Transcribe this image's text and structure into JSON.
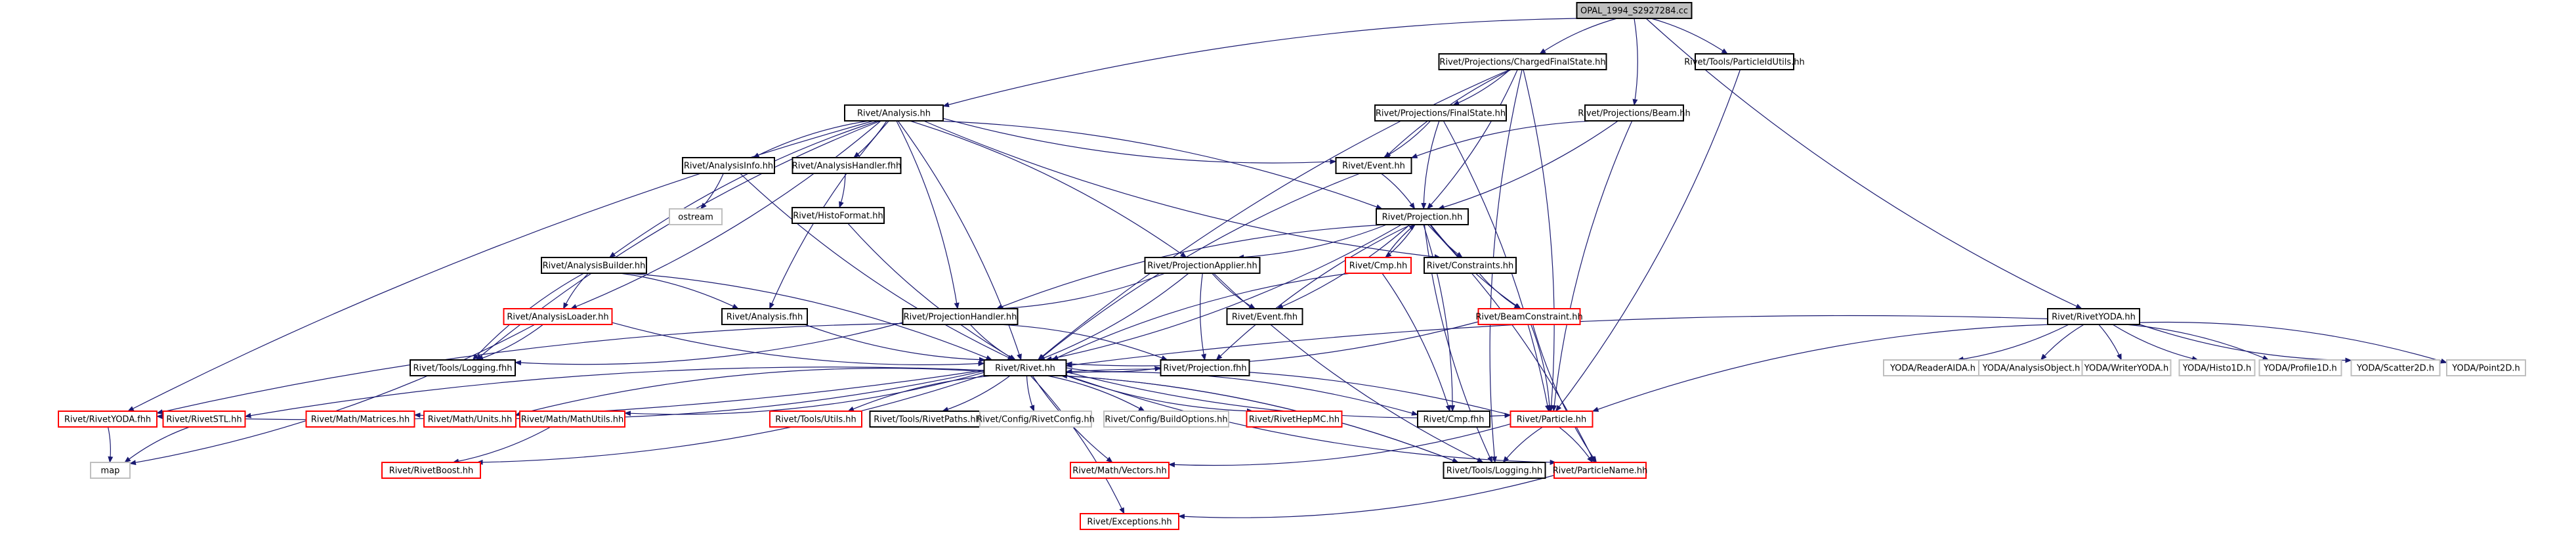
{
  "colors": {
    "edge": "#191970",
    "edge_gray": "#a3a3a3",
    "border_black": "#000000",
    "border_red": "#ff0000",
    "border_gray": "#bfbfbf",
    "root_fill": "#bfbfbf",
    "text": "#000000"
  },
  "nodes": [
    {
      "id": "root",
      "label": "OPAL_1994_S2927284.cc",
      "kind": "root"
    },
    {
      "id": "cfs",
      "label": "Rivet/Projections/ChargedFinalState.hh",
      "kind": "black"
    },
    {
      "id": "pfu",
      "label": "Rivet/Tools/ParticleIdUtils.hh",
      "kind": "black"
    },
    {
      "id": "analysis",
      "label": "Rivet/Analysis.hh",
      "kind": "black"
    },
    {
      "id": "fs",
      "label": "Rivet/Projections/FinalState.hh",
      "kind": "black"
    },
    {
      "id": "beam",
      "label": "Rivet/Projections/Beam.hh",
      "kind": "black"
    },
    {
      "id": "ainfo",
      "label": "Rivet/AnalysisInfo.hh",
      "kind": "black"
    },
    {
      "id": "ahandler",
      "label": "Rivet/AnalysisHandler.fhh",
      "kind": "black"
    },
    {
      "id": "event",
      "label": "Rivet/Event.hh",
      "kind": "black"
    },
    {
      "id": "ostream",
      "label": "ostream",
      "kind": "gray"
    },
    {
      "id": "histofmt",
      "label": "Rivet/HistoFormat.hh",
      "kind": "black"
    },
    {
      "id": "proj",
      "label": "Rivet/Projection.hh",
      "kind": "black"
    },
    {
      "id": "abuilder",
      "label": "Rivet/AnalysisBuilder.hh",
      "kind": "black"
    },
    {
      "id": "papplier",
      "label": "Rivet/ProjectionApplier.hh",
      "kind": "black"
    },
    {
      "id": "cmp",
      "label": "Rivet/Cmp.hh",
      "kind": "red"
    },
    {
      "id": "constraints",
      "label": "Rivet/Constraints.hh",
      "kind": "black"
    },
    {
      "id": "aloader",
      "label": "Rivet/AnalysisLoader.hh",
      "kind": "red"
    },
    {
      "id": "afhh",
      "label": "Rivet/Analysis.fhh",
      "kind": "black"
    },
    {
      "id": "phandler",
      "label": "Rivet/ProjectionHandler.hh",
      "kind": "black"
    },
    {
      "id": "eventfhh",
      "label": "Rivet/Event.fhh",
      "kind": "black"
    },
    {
      "id": "beamc",
      "label": "Rivet/BeamConstraint.hh",
      "kind": "red"
    },
    {
      "id": "ryoda",
      "label": "Rivet/RivetYODA.hh",
      "kind": "black"
    },
    {
      "id": "tlogfhh",
      "label": "Rivet/Tools/Logging.fhh",
      "kind": "black"
    },
    {
      "id": "rivet",
      "label": "Rivet/Rivet.hh",
      "kind": "black"
    },
    {
      "id": "projfhh",
      "label": "Rivet/Projection.fhh",
      "kind": "black"
    },
    {
      "id": "y_reader",
      "label": "YODA/ReaderAIDA.h",
      "kind": "gray"
    },
    {
      "id": "y_aobj",
      "label": "YODA/AnalysisObject.h",
      "kind": "gray"
    },
    {
      "id": "y_writer",
      "label": "YODA/WriterYODA.h",
      "kind": "gray"
    },
    {
      "id": "y_histo",
      "label": "YODA/Histo1D.h",
      "kind": "gray"
    },
    {
      "id": "y_profile",
      "label": "YODA/Profile1D.h",
      "kind": "gray"
    },
    {
      "id": "y_scatter",
      "label": "YODA/Scatter2D.h",
      "kind": "gray"
    },
    {
      "id": "y_point",
      "label": "YODA/Point2D.h",
      "kind": "gray"
    },
    {
      "id": "ryodafhh",
      "label": "Rivet/RivetYODA.fhh",
      "kind": "red"
    },
    {
      "id": "rstl",
      "label": "Rivet/RivetSTL.hh",
      "kind": "red"
    },
    {
      "id": "matrices",
      "label": "Rivet/Math/Matrices.hh",
      "kind": "red"
    },
    {
      "id": "units",
      "label": "Rivet/Math/Units.hh",
      "kind": "red"
    },
    {
      "id": "mathutils",
      "label": "Rivet/Math/MathUtils.hh",
      "kind": "red"
    },
    {
      "id": "tutils",
      "label": "Rivet/Tools/Utils.hh",
      "kind": "red"
    },
    {
      "id": "rpaths",
      "label": "Rivet/Tools/RivetPaths.hh",
      "kind": "black"
    },
    {
      "id": "rconfig",
      "label": "Rivet/Config/RivetConfig.hh",
      "kind": "gray"
    },
    {
      "id": "bconfig",
      "label": "Rivet/Config/BuildOptions.hh",
      "kind": "gray"
    },
    {
      "id": "hepmc",
      "label": "Rivet/RivetHepMC.hh",
      "kind": "red"
    },
    {
      "id": "cmpfhh",
      "label": "Rivet/Cmp.fhh",
      "kind": "black"
    },
    {
      "id": "particle",
      "label": "Rivet/Particle.hh",
      "kind": "red"
    },
    {
      "id": "map",
      "label": "map",
      "kind": "gray"
    },
    {
      "id": "rboost",
      "label": "Rivet/RivetBoost.hh",
      "kind": "red"
    },
    {
      "id": "vectors",
      "label": "Rivet/Math/Vectors.hh",
      "kind": "red"
    },
    {
      "id": "tlog",
      "label": "Rivet/Tools/Logging.hh",
      "kind": "black"
    },
    {
      "id": "pname",
      "label": "Rivet/ParticleName.hh",
      "kind": "red"
    },
    {
      "id": "exceptions",
      "label": "Rivet/Exceptions.hh",
      "kind": "red"
    }
  ],
  "edges": [
    [
      "root",
      "cfs"
    ],
    [
      "root",
      "pfu"
    ],
    [
      "root",
      "analysis"
    ],
    [
      "root",
      "beam"
    ],
    [
      "root",
      "ryoda"
    ],
    [
      "cfs",
      "fs"
    ],
    [
      "cfs",
      "event"
    ],
    [
      "cfs",
      "proj"
    ],
    [
      "cfs",
      "rivet"
    ],
    [
      "cfs",
      "particle"
    ],
    [
      "cfs",
      "tlog"
    ],
    [
      "pfu",
      "particle"
    ],
    [
      "analysis",
      "ainfo"
    ],
    [
      "analysis",
      "ahandler"
    ],
    [
      "analysis",
      "event"
    ],
    [
      "analysis",
      "proj"
    ],
    [
      "analysis",
      "abuilder"
    ],
    [
      "analysis",
      "papplier"
    ],
    [
      "analysis",
      "constraints"
    ],
    [
      "analysis",
      "aloader"
    ],
    [
      "analysis",
      "afhh"
    ],
    [
      "analysis",
      "phandler"
    ],
    [
      "analysis",
      "tlogfhh"
    ],
    [
      "analysis",
      "rivet"
    ],
    [
      "analysis",
      "ryodafhh"
    ],
    [
      "fs",
      "event"
    ],
    [
      "fs",
      "proj"
    ],
    [
      "fs",
      "particle"
    ],
    [
      "beam",
      "event"
    ],
    [
      "beam",
      "proj"
    ],
    [
      "beam",
      "particle"
    ],
    [
      "ainfo",
      "ostream"
    ],
    [
      "ainfo",
      "rivet"
    ],
    [
      "ahandler",
      "histofmt"
    ],
    [
      "histofmt",
      "rivet"
    ],
    [
      "event",
      "proj"
    ],
    [
      "event",
      "rivet"
    ],
    [
      "proj",
      "cmp"
    ],
    [
      "proj",
      "constraints"
    ],
    [
      "proj",
      "papplier"
    ],
    [
      "proj",
      "phandler"
    ],
    [
      "proj",
      "eventfhh"
    ],
    [
      "proj",
      "beamc"
    ],
    [
      "proj",
      "rivet"
    ],
    [
      "proj",
      "projfhh"
    ],
    [
      "proj",
      "cmpfhh"
    ],
    [
      "proj",
      "tlog"
    ],
    [
      "proj",
      "pname"
    ],
    [
      "abuilder",
      "aloader"
    ],
    [
      "abuilder",
      "afhh"
    ],
    [
      "abuilder",
      "tlogfhh"
    ],
    [
      "abuilder",
      "rivet"
    ],
    [
      "papplier",
      "eventfhh"
    ],
    [
      "papplier",
      "phandler"
    ],
    [
      "papplier",
      "projfhh"
    ],
    [
      "papplier",
      "rivet"
    ],
    [
      "papplier",
      "tlog"
    ],
    [
      "cmp",
      "proj"
    ],
    [
      "cmp",
      "rivet"
    ],
    [
      "cmp",
      "cmpfhh"
    ],
    [
      "constraints",
      "beamc"
    ],
    [
      "aloader",
      "tlogfhh"
    ],
    [
      "aloader",
      "rivet"
    ],
    [
      "aloader",
      "map"
    ],
    [
      "afhh",
      "rivet"
    ],
    [
      "phandler",
      "tlogfhh"
    ],
    [
      "phandler",
      "rivet"
    ],
    [
      "phandler",
      "projfhh"
    ],
    [
      "phandler",
      "ryodafhh"
    ],
    [
      "beamc",
      "particle"
    ],
    [
      "beamc",
      "pname"
    ],
    [
      "beamc",
      "rivet"
    ],
    [
      "ryoda",
      "rivet"
    ],
    [
      "ryoda",
      "y_reader"
    ],
    [
      "ryoda",
      "y_aobj"
    ],
    [
      "ryoda",
      "y_writer"
    ],
    [
      "ryoda",
      "y_histo"
    ],
    [
      "ryoda",
      "y_profile"
    ],
    [
      "ryoda",
      "y_scatter"
    ],
    [
      "ryoda",
      "y_point"
    ],
    [
      "ryoda",
      "particle"
    ],
    [
      "rivet",
      "ryodafhh"
    ],
    [
      "rivet",
      "rstl"
    ],
    [
      "rivet",
      "matrices"
    ],
    [
      "rivet",
      "units"
    ],
    [
      "rivet",
      "mathutils"
    ],
    [
      "rivet",
      "tutils"
    ],
    [
      "rivet",
      "rpaths"
    ],
    [
      "rivet",
      "rconfig"
    ],
    [
      "rivet",
      "bconfig"
    ],
    [
      "rivet",
      "hepmc"
    ],
    [
      "rivet",
      "cmpfhh"
    ],
    [
      "rivet",
      "particle"
    ],
    [
      "rivet",
      "rboost"
    ],
    [
      "rivet",
      "vectors"
    ],
    [
      "rivet",
      "tlog"
    ],
    [
      "rivet",
      "pname"
    ],
    [
      "rivet",
      "exceptions"
    ],
    [
      "rivet",
      "projfhh"
    ],
    [
      "ryodafhh",
      "map"
    ],
    [
      "rstl",
      "map"
    ],
    [
      "mathutils",
      "rboost"
    ],
    [
      "particle",
      "rivet"
    ],
    [
      "particle",
      "vectors"
    ],
    [
      "particle",
      "tlog"
    ],
    [
      "particle",
      "pname"
    ],
    [
      "tlog",
      "rivet"
    ],
    [
      "pname",
      "exceptions"
    ]
  ]
}
